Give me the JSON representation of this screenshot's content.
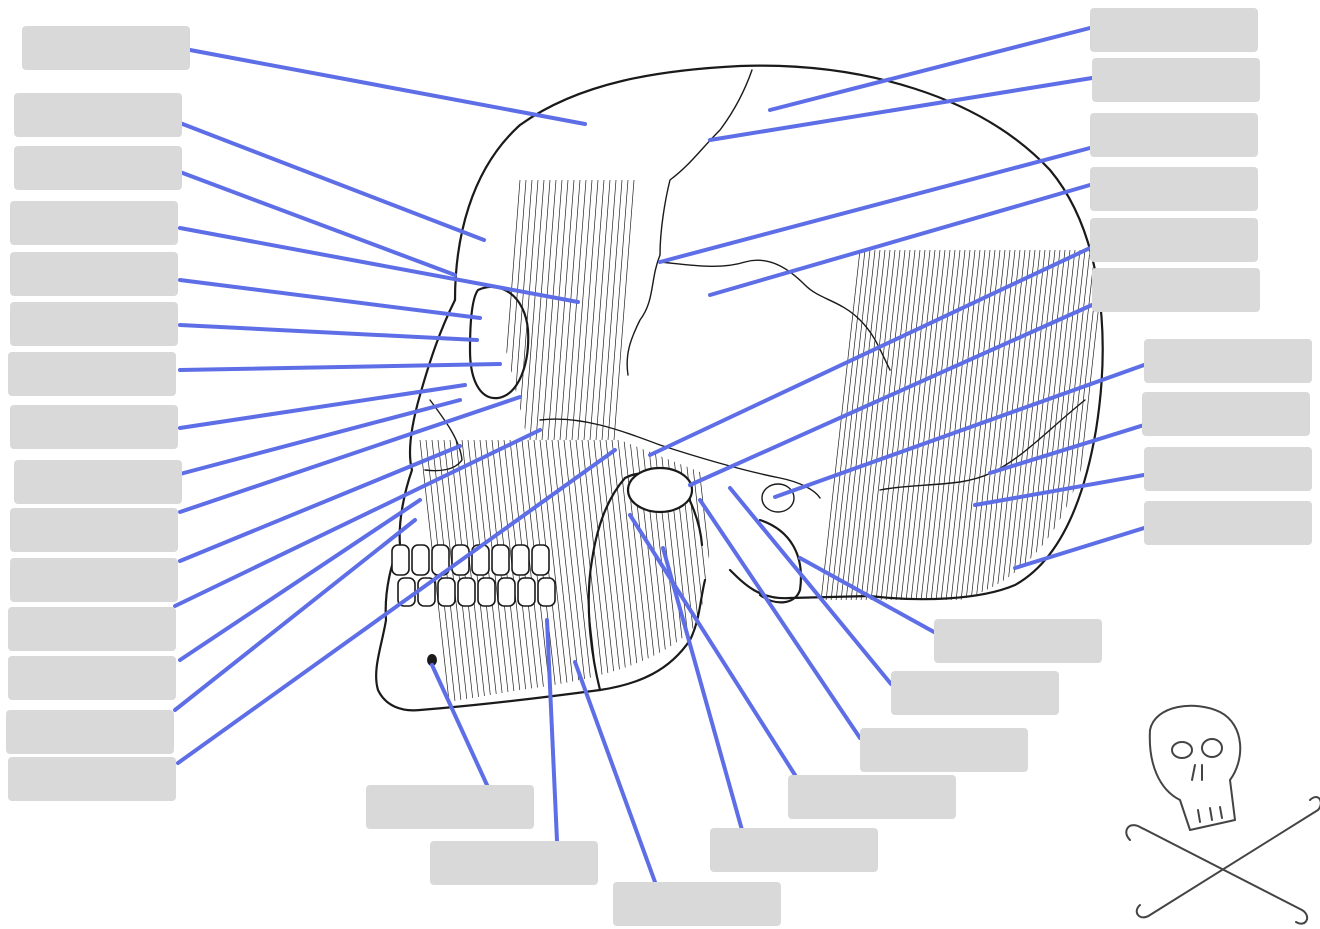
{
  "diagram": {
    "labels": [
      {
        "id": "l01",
        "text": ""
      },
      {
        "id": "l02",
        "text": ""
      },
      {
        "id": "l03",
        "text": ""
      },
      {
        "id": "l04",
        "text": ""
      },
      {
        "id": "l05",
        "text": ""
      },
      {
        "id": "l06",
        "text": ""
      },
      {
        "id": "l07",
        "text": ""
      },
      {
        "id": "l08",
        "text": ""
      },
      {
        "id": "l09",
        "text": ""
      },
      {
        "id": "l10",
        "text": ""
      },
      {
        "id": "l11",
        "text": ""
      },
      {
        "id": "l12",
        "text": ""
      },
      {
        "id": "l13",
        "text": ""
      },
      {
        "id": "l14",
        "text": ""
      },
      {
        "id": "l15",
        "text": ""
      },
      {
        "id": "r01",
        "text": ""
      },
      {
        "id": "r02",
        "text": ""
      },
      {
        "id": "r03",
        "text": ""
      },
      {
        "id": "r04",
        "text": ""
      },
      {
        "id": "r05",
        "text": ""
      },
      {
        "id": "r06",
        "text": ""
      },
      {
        "id": "r07",
        "text": ""
      },
      {
        "id": "r08",
        "text": ""
      },
      {
        "id": "r09",
        "text": ""
      },
      {
        "id": "r10",
        "text": ""
      },
      {
        "id": "b01",
        "text": ""
      },
      {
        "id": "b02",
        "text": ""
      },
      {
        "id": "b03",
        "text": ""
      },
      {
        "id": "b04",
        "text": ""
      },
      {
        "id": "b05",
        "text": ""
      },
      {
        "id": "b06",
        "text": ""
      },
      {
        "id": "b07",
        "text": ""
      },
      {
        "id": "b08",
        "text": ""
      }
    ],
    "colors": {
      "leader": "#5e6ee6",
      "label_box": "#d9d9d9",
      "drawing": "#1a1a1a"
    },
    "icons": {
      "main": "skull-lateral-view",
      "corner": "skull-and-crossbones-icon"
    }
  }
}
